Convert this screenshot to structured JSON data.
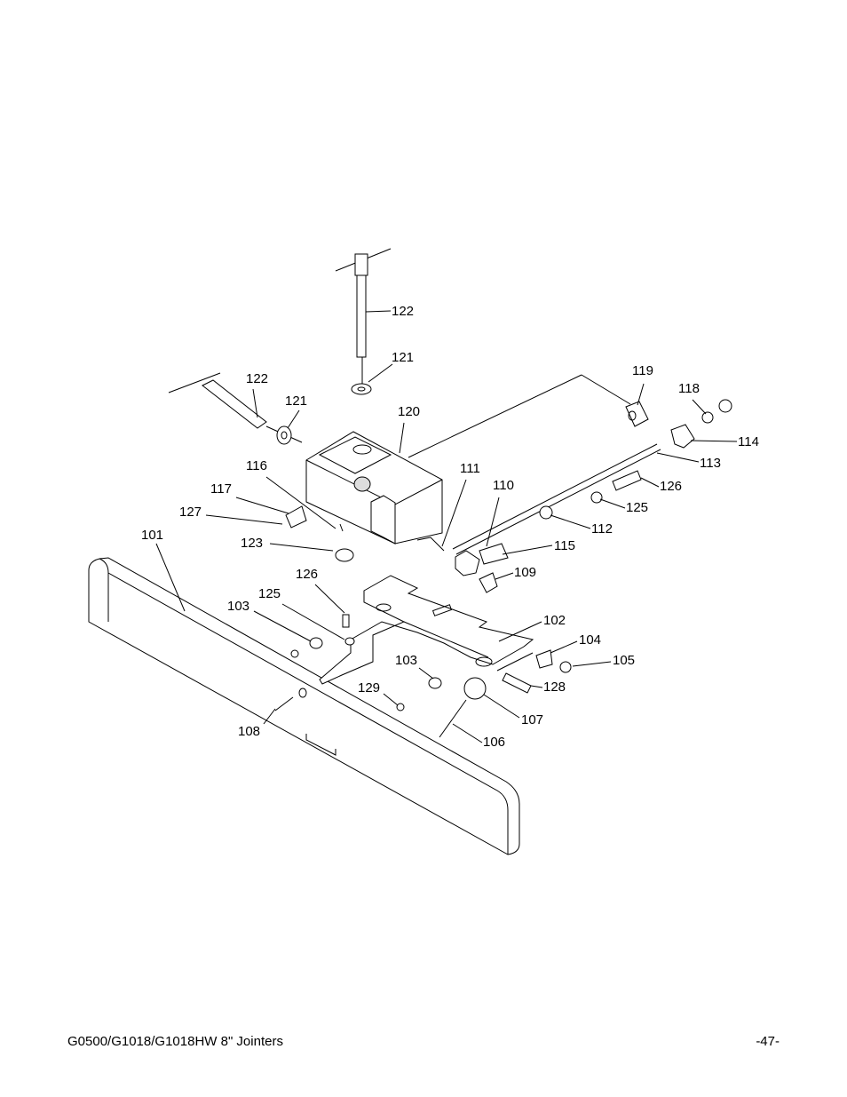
{
  "diagram": {
    "labels": [
      "122",
      "121",
      "122",
      "121",
      "120",
      "119",
      "118",
      "114",
      "113",
      "126",
      "125",
      "112",
      "110",
      "111",
      "115",
      "109",
      "116",
      "117",
      "127",
      "101",
      "123",
      "126",
      "125",
      "103",
      "102",
      "104",
      "105",
      "128",
      "103",
      "129",
      "107",
      "106",
      "108"
    ]
  },
  "footer": {
    "title": "G0500/G1018/G1018HW 8\" Jointers",
    "page": "-47-"
  }
}
